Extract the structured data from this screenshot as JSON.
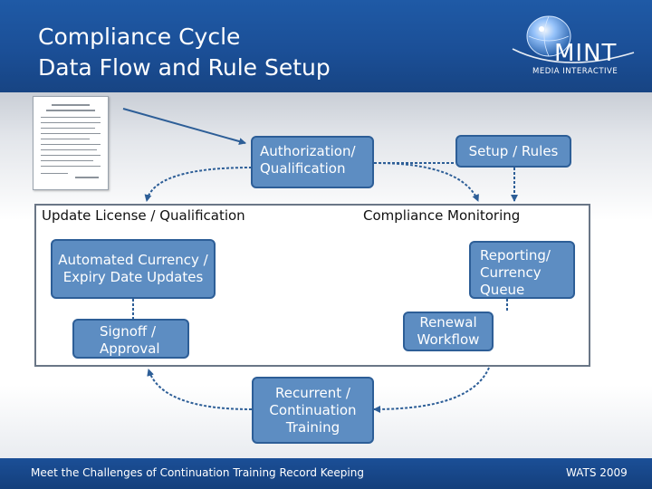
{
  "slide": {
    "title_line1": "Compliance Cycle",
    "title_line2": "Data Flow and Rule Setup"
  },
  "logo": {
    "name": "MINT",
    "subtitle": "MEDIA INTERACTIVE"
  },
  "diagram": {
    "nodes": {
      "authorization": "Authorization/ Qualification",
      "setup_rules": "Setup / Rules",
      "automated_updates": "Automated Currency / Expiry Date Updates",
      "reporting_queue": "Reporting/ Currency Queue",
      "signoff": "Signoff / Approval",
      "renewal": "Renewal Workflow",
      "recurrent_training": "Recurrent / Continuation Training"
    },
    "regions": {
      "update_license": "Update License / Qualification",
      "compliance_monitoring": "Compliance Monitoring"
    }
  },
  "footer": {
    "left_text": "Meet the Challenges of Continuation Training Record Keeping",
    "right_text": "WATS 2009"
  },
  "colors": {
    "header_blue": "#1b4f97",
    "node_fill": "#5d8dc2",
    "node_border": "#2d5e97",
    "connector": "#2d5e97"
  }
}
